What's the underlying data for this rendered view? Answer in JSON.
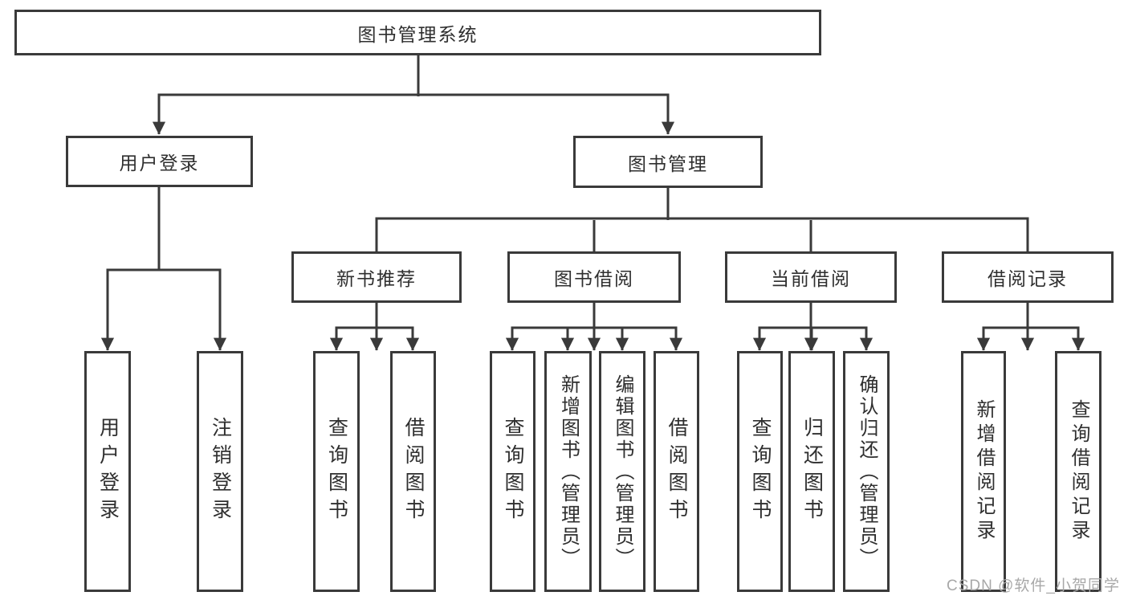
{
  "diagram": {
    "type": "hierarchy-tree",
    "nodes": {
      "root": "图书管理系统",
      "user_login": "用户登录",
      "book_mgmt": "图书管理",
      "new_book_rec": "新书推荐",
      "book_borrow": "图书借阅",
      "current_borrow": "当前借阅",
      "borrow_records": "借阅记录",
      "login": "用户登录",
      "logout": "注销登录",
      "query_books_1": "查询图书",
      "borrow_books_1": "借阅图书",
      "query_books_2": "查询图书",
      "add_books": "新增图书（管理员）",
      "edit_books": "编辑图书（管理员）",
      "borrow_books_2": "借阅图书",
      "query_books_3": "查询图书",
      "return_books": "归还图书",
      "confirm_return": "确认归还（管理员）",
      "add_borrow_record": "新增借阅记录",
      "query_borrow_record": "查询借阅记录"
    },
    "edges": [
      [
        "图书管理系统",
        "用户登录"
      ],
      [
        "图书管理系统",
        "图书管理"
      ],
      [
        "用户登录",
        "用户登录"
      ],
      [
        "用户登录",
        "注销登录"
      ],
      [
        "图书管理",
        "新书推荐"
      ],
      [
        "图书管理",
        "图书借阅"
      ],
      [
        "图书管理",
        "当前借阅"
      ],
      [
        "图书管理",
        "借阅记录"
      ],
      [
        "新书推荐",
        "查询图书"
      ],
      [
        "新书推荐",
        "借阅图书"
      ],
      [
        "图书借阅",
        "查询图书"
      ],
      [
        "图书借阅",
        "新增图书（管理员）"
      ],
      [
        "图书借阅",
        "编辑图书（管理员）"
      ],
      [
        "图书借阅",
        "借阅图书"
      ],
      [
        "当前借阅",
        "查询图书"
      ],
      [
        "当前借阅",
        "归还图书"
      ],
      [
        "当前借阅",
        "确认归还（管理员）"
      ],
      [
        "借阅记录",
        "新增借阅记录"
      ],
      [
        "借阅记录",
        "查询借阅记录"
      ]
    ],
    "colors": {
      "line": "#3a3a3a",
      "text": "#2f2f2f",
      "background": "#ffffff",
      "watermark_color": "#a8a8a8"
    },
    "watermark": "CSDN @软件_小贺同学"
  }
}
